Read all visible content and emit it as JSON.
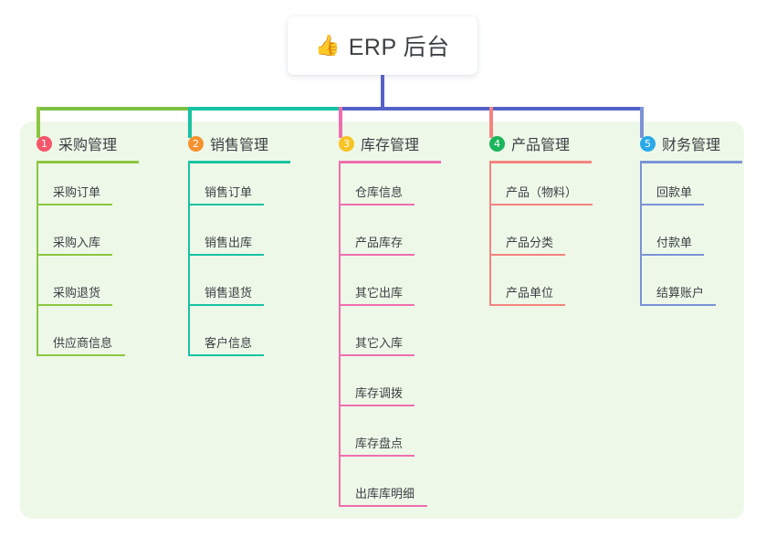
{
  "title_card": {
    "icon": "thumbs-up-icon",
    "icon_glyph": "👍",
    "text": "ERP 后台"
  },
  "panel": {
    "background_color": "#eef8e9"
  },
  "connector": {
    "stem_color": "#5461c8",
    "bus_segments": [
      {
        "color": "#7bc043"
      },
      {
        "color": "#17c3a2"
      },
      {
        "color": "#5461c8"
      }
    ]
  },
  "columns": [
    {
      "number": "1",
      "title": "采购管理",
      "badge_color": "#f4566b",
      "line_color": "#8cc63f",
      "rule_width": 112,
      "items": [
        {
          "label": "采购订单",
          "rule_width": 83
        },
        {
          "label": "采购入库",
          "rule_width": 83
        },
        {
          "label": "采购退货",
          "rule_width": 83
        },
        {
          "label": "供应商信息",
          "rule_width": 97
        }
      ]
    },
    {
      "number": "2",
      "title": "销售管理",
      "badge_color": "#f5922f",
      "line_color": "#17c3a2",
      "rule_width": 112,
      "items": [
        {
          "label": "销售订单",
          "rule_width": 83
        },
        {
          "label": "销售出库",
          "rule_width": 83
        },
        {
          "label": "销售退货",
          "rule_width": 83
        },
        {
          "label": "客户信息",
          "rule_width": 83
        }
      ]
    },
    {
      "number": "3",
      "title": "库存管理",
      "badge_color": "#f7c325",
      "line_color": "#ef6eae",
      "rule_width": 112,
      "items": [
        {
          "label": "仓库信息",
          "rule_width": 83
        },
        {
          "label": "产品库存",
          "rule_width": 83
        },
        {
          "label": "其它出库",
          "rule_width": 83
        },
        {
          "label": "其它入库",
          "rule_width": 83
        },
        {
          "label": "库存调拨",
          "rule_width": 83
        },
        {
          "label": "库存盘点",
          "rule_width": 83
        },
        {
          "label": "出库库明细",
          "rule_width": 97
        }
      ]
    },
    {
      "number": "4",
      "title": "产品管理",
      "badge_color": "#1bb55c",
      "line_color": "#f4847f",
      "rule_width": 112,
      "items": [
        {
          "label": "产品（物料）",
          "rule_width": 113
        },
        {
          "label": "产品分类",
          "rule_width": 83
        },
        {
          "label": "产品单位",
          "rule_width": 83
        }
      ]
    },
    {
      "number": "5",
      "title": "财务管理",
      "badge_color": "#29a9e8",
      "line_color": "#7b93d6",
      "rule_width": 112,
      "items": [
        {
          "label": "回款单",
          "rule_width": 70
        },
        {
          "label": "付款单",
          "rule_width": 70
        },
        {
          "label": "结算账户",
          "rule_width": 83
        }
      ]
    }
  ]
}
